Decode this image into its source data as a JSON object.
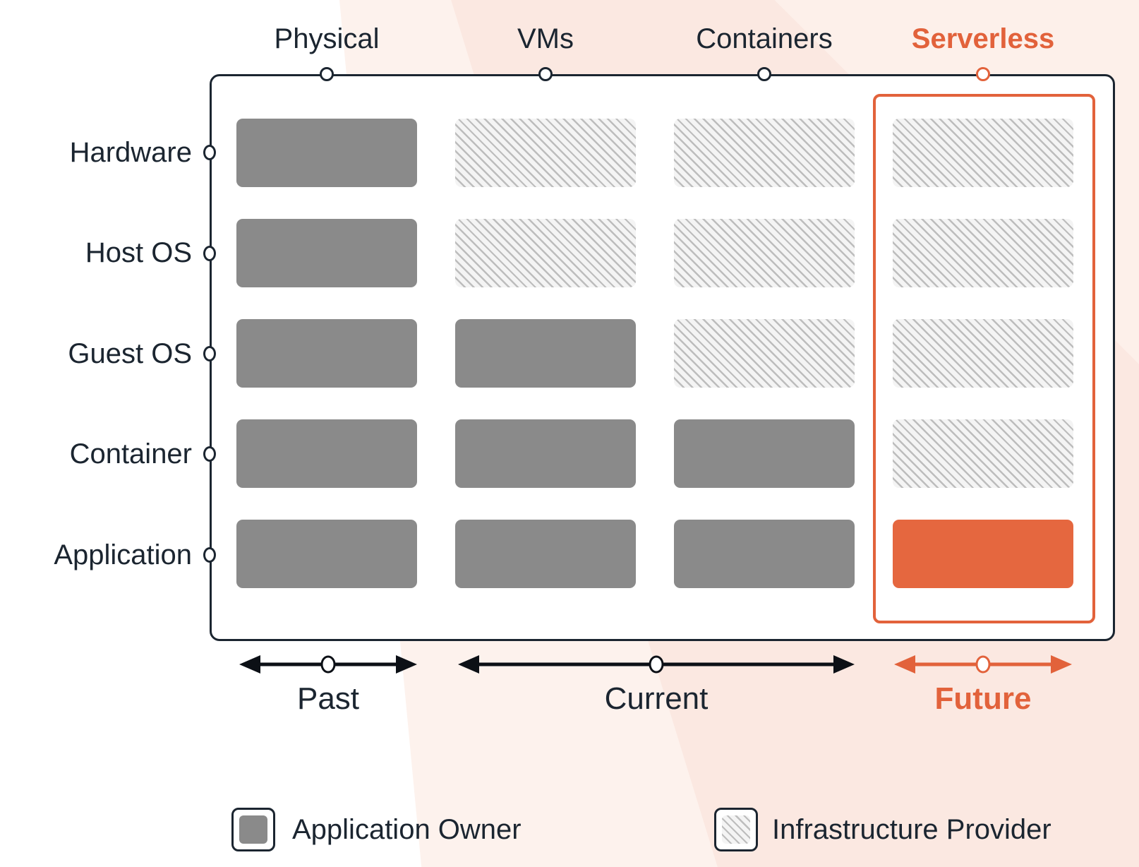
{
  "columns": [
    {
      "label": "Physical",
      "accent": false
    },
    {
      "label": "VMs",
      "accent": false
    },
    {
      "label": "Containers",
      "accent": false
    },
    {
      "label": "Serverless",
      "accent": true
    }
  ],
  "rows": [
    {
      "label": "Hardware"
    },
    {
      "label": "Host OS"
    },
    {
      "label": "Guest OS"
    },
    {
      "label": "Container"
    },
    {
      "label": "Application"
    }
  ],
  "matrix": {
    "cell_kinds_by_row": [
      [
        "owner",
        "provider",
        "provider",
        "provider"
      ],
      [
        "owner",
        "provider",
        "provider",
        "provider"
      ],
      [
        "owner",
        "owner",
        "provider",
        "provider"
      ],
      [
        "owner",
        "owner",
        "owner",
        "provider"
      ],
      [
        "owner",
        "owner",
        "owner",
        "owner-accent"
      ]
    ]
  },
  "timeline": [
    {
      "label": "Past",
      "accent": false,
      "spans_columns": [
        "Physical"
      ]
    },
    {
      "label": "Current",
      "accent": false,
      "spans_columns": [
        "VMs",
        "Containers"
      ]
    },
    {
      "label": "Future",
      "accent": true,
      "spans_columns": [
        "Serverless"
      ]
    }
  ],
  "legend": [
    {
      "swatch": "solid",
      "label": "Application Owner"
    },
    {
      "swatch": "hatch",
      "label": "Infrastructure Provider"
    }
  ],
  "colors": {
    "accent_orange": "#e2623b",
    "accent_orange_fill": "#e5673f",
    "ink_navy": "#1b2530",
    "owner_gray": "#8a8a8a",
    "hatch_background": "#f4f4f4",
    "hatch_line": "#bdbdbd",
    "peach_background_light": "#fdf2ed",
    "peach_background_deep": "#fbe8e1"
  }
}
